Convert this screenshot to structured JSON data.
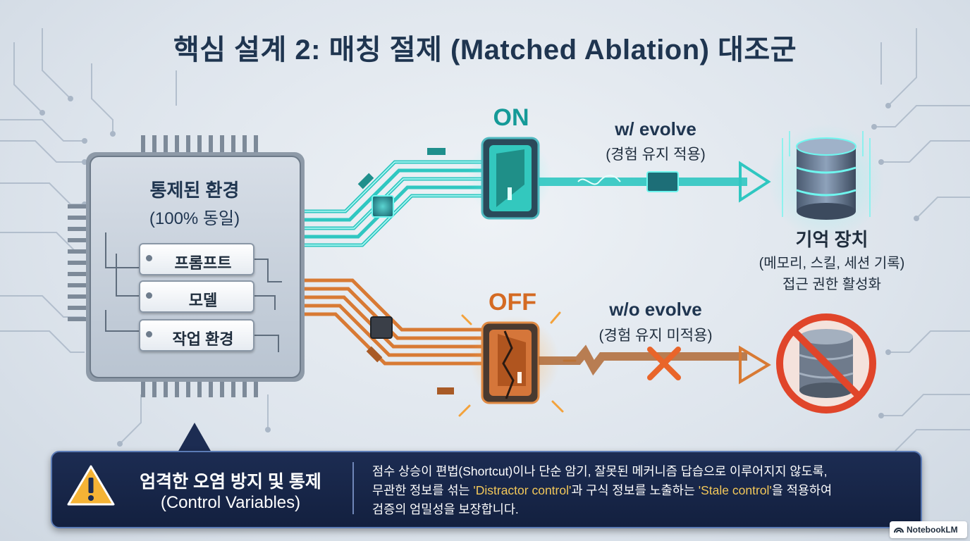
{
  "title": "핵심 설계 2: 매칭 절제 (Matched Ablation) 대조군",
  "chip": {
    "title": "통제된 환경",
    "subtitle": "(100% 동일)",
    "items": [
      "프롬프트",
      "모델",
      "작업 환경"
    ]
  },
  "on_path": {
    "switch_label": "ON",
    "title": "w/ evolve",
    "subtitle": "(경험 유지 적용)"
  },
  "off_path": {
    "switch_label": "OFF",
    "title": "w/o evolve",
    "subtitle": "(경험 유지 미적용)"
  },
  "memory": {
    "title": "기억 장치",
    "line1": "(메모리, 스킬, 세션 기록)",
    "line2": "접근 권한 활성화"
  },
  "banner": {
    "heading": "엄격한 오염 방지 및 통제",
    "subheading": "(Control Variables)",
    "line1": "점수 상승이 편법(Shortcut)이나 단순 암기, 잘못된 메커니즘 답습으로 이루어지지 않도록,",
    "line2_pre": "무관한 정보를 섞는 ",
    "line2_hl1": "'Distractor control'",
    "line2_mid": "과 구식 정보를 노출하는 ",
    "line2_hl2": "'Stale control'",
    "line2_post": "을 적용하여",
    "line3": "검증의 엄밀성을 보장합니다."
  },
  "watermark": "NotebookLM",
  "colors": {
    "on_accent": "#159a98",
    "off_accent": "#d46a22",
    "banner_bg": "#1c2c52",
    "highlight": "#f3c85a",
    "prohibit": "#e0452a"
  },
  "icons": [
    "chip-icon",
    "toggle-switch-on-icon",
    "toggle-switch-off-icon",
    "database-icon",
    "prohibited-database-icon",
    "warning-icon",
    "x-mark-icon",
    "notebooklm-logo-icon"
  ]
}
